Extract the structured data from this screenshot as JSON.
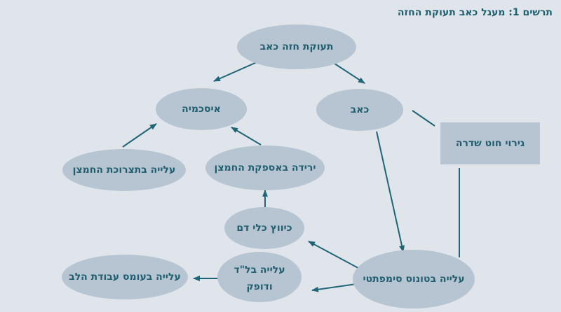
{
  "title": "תרשים 1: מעגל כאב תעוקת החזה",
  "colors": {
    "background": "#dfe5ea",
    "node": "#b7c5d2",
    "text": "#1f5f70",
    "arrow": "#1f6577"
  },
  "nodes": {
    "angina_pain": "תעוקת חזה כאב",
    "ischemia": "איסכמיה",
    "pain": "כאב",
    "oxygen_demand": "עלייה בתצרוכת החמצן",
    "oxygen_supply": "ירידה באספקת החמצן",
    "vasoconstriction": "כיווץ כלי דם",
    "sympathetic": "עלייה בטונוס סימפתטי",
    "bp_hr_line1": "עלייה בל\"ד",
    "bp_hr_line2": "ודופק",
    "workload": "עלייה בעומס עבודת הלב",
    "spinal_stim": "גירוי חוט שדרה"
  }
}
